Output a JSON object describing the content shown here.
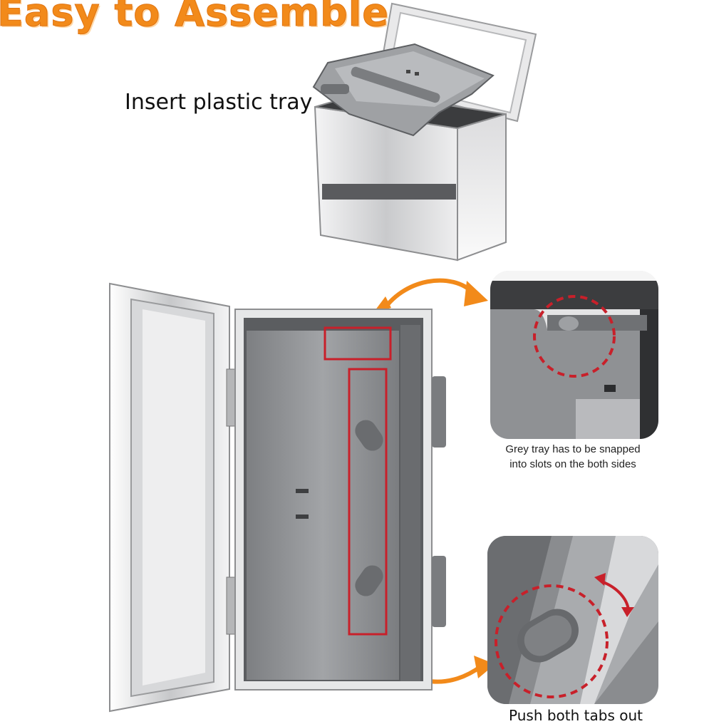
{
  "title": "Easy to Assemble",
  "captions": {
    "insert_tray": "Insert plastic tray",
    "snap_tray": "Grey tray has to be snapped\ninto slots on the both sides",
    "push_tabs": "Push both tabs out"
  },
  "colors": {
    "accent_orange": "#f28a1a",
    "highlight_red": "#c8202a",
    "steel": "#d9dadc",
    "tray_grey": "#8c8e91"
  },
  "icons": [
    "arrow-icon",
    "rotate-arrow-icon"
  ]
}
